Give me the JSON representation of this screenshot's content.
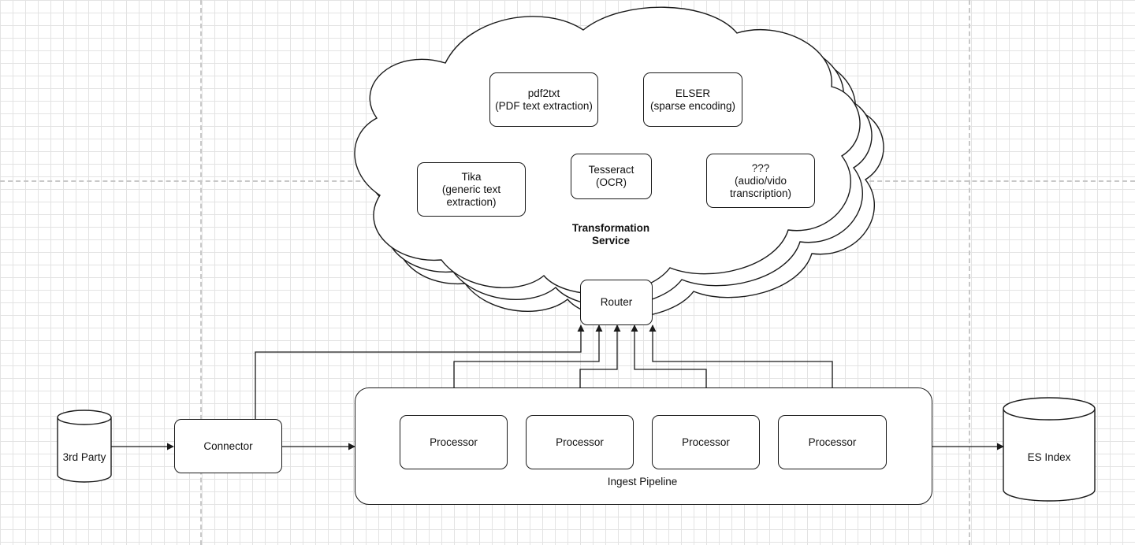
{
  "diagram": {
    "cloud": {
      "title": "Transformation\nService",
      "services": [
        {
          "id": "pdf2txt",
          "label": "pdf2txt\n(PDF text extraction)"
        },
        {
          "id": "elser",
          "label": "ELSER\n(sparse encoding)"
        },
        {
          "id": "tika",
          "label": "Tika\n(generic text\nextraction)"
        },
        {
          "id": "tesseract",
          "label": "Tesseract\n(OCR)"
        },
        {
          "id": "transcription",
          "label": "???\n(audio/vido\ntranscription)"
        }
      ],
      "router": "Router"
    },
    "source": "3rd Party",
    "connector": "Connector",
    "pipeline": {
      "label": "Ingest Pipeline",
      "processors": [
        "Processor",
        "Processor",
        "Processor",
        "Processor"
      ]
    },
    "destination": "ES Index"
  },
  "colors": {
    "stroke": "#1a1a1a",
    "grid": "#e3e3e3",
    "page_break": "#c8c8c8",
    "fill": "#ffffff"
  }
}
